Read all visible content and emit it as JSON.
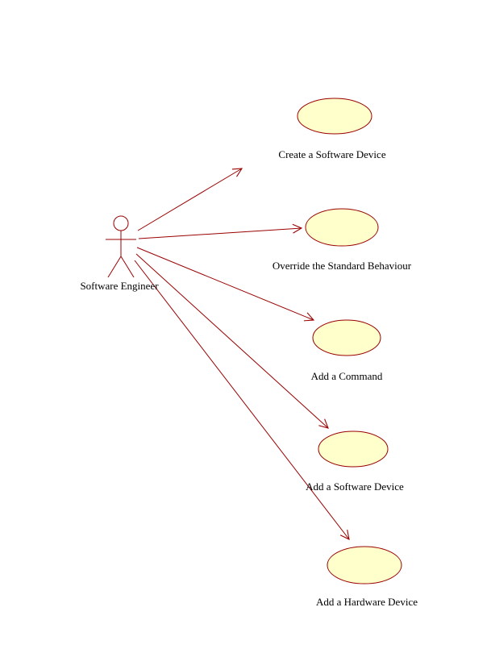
{
  "diagram": {
    "type": "UML use case diagram",
    "actor": {
      "label": "Software Engineer"
    },
    "use_cases": [
      {
        "label": "Create a Software Device"
      },
      {
        "label": "Override the Standard Behaviour"
      },
      {
        "label": "Add a Command"
      },
      {
        "label": "Add a Software Device"
      },
      {
        "label": "Add a Hardware Device"
      }
    ],
    "associations": [
      {
        "from": "Software Engineer",
        "to": "Create a Software Device"
      },
      {
        "from": "Software Engineer",
        "to": "Override the Standard Behaviour"
      },
      {
        "from": "Software Engineer",
        "to": "Add a Command"
      },
      {
        "from": "Software Engineer",
        "to": "Add a Software Device"
      },
      {
        "from": "Software Engineer",
        "to": "Add a Hardware Device"
      }
    ],
    "colors": {
      "background": "#FFFFFF",
      "shape_stroke": "#990000",
      "ellipse_fill": "#FFFFCC",
      "text": "#000000"
    }
  }
}
